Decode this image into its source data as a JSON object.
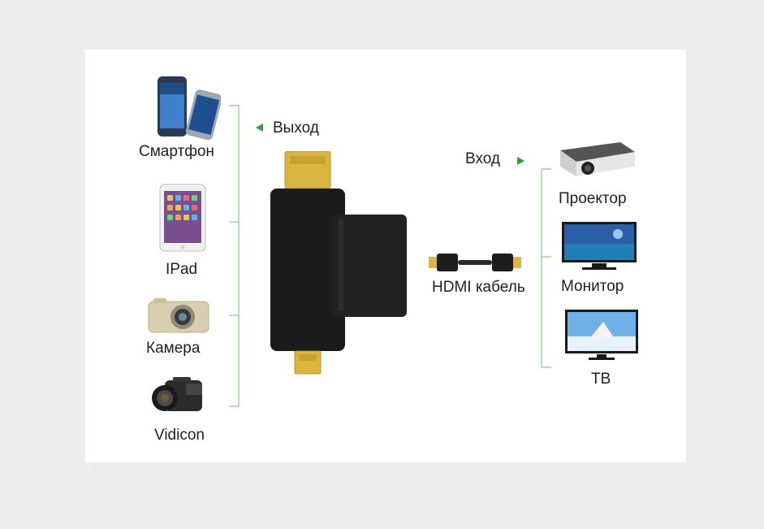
{
  "left_devices": [
    {
      "label": "Смартфон",
      "icon": "smartphone-icon"
    },
    {
      "label": "IPad",
      "icon": "tablet-icon"
    },
    {
      "label": "Камера",
      "icon": "camera-icon"
    },
    {
      "label": "Vidicon",
      "icon": "camcorder-icon"
    }
  ],
  "right_devices": [
    {
      "label": "Проектор",
      "icon": "projector-icon"
    },
    {
      "label": "Монитор",
      "icon": "monitor-icon"
    },
    {
      "label": "ТВ",
      "icon": "tv-icon"
    }
  ],
  "output_label": "Выход",
  "input_label": "Вход",
  "cable_label": "HDMI кабель",
  "colors": {
    "bracket": "#9fd39f",
    "arrow": "#2e9e3e",
    "adapter": "#1b1b1b",
    "gold": "#d9b640"
  }
}
